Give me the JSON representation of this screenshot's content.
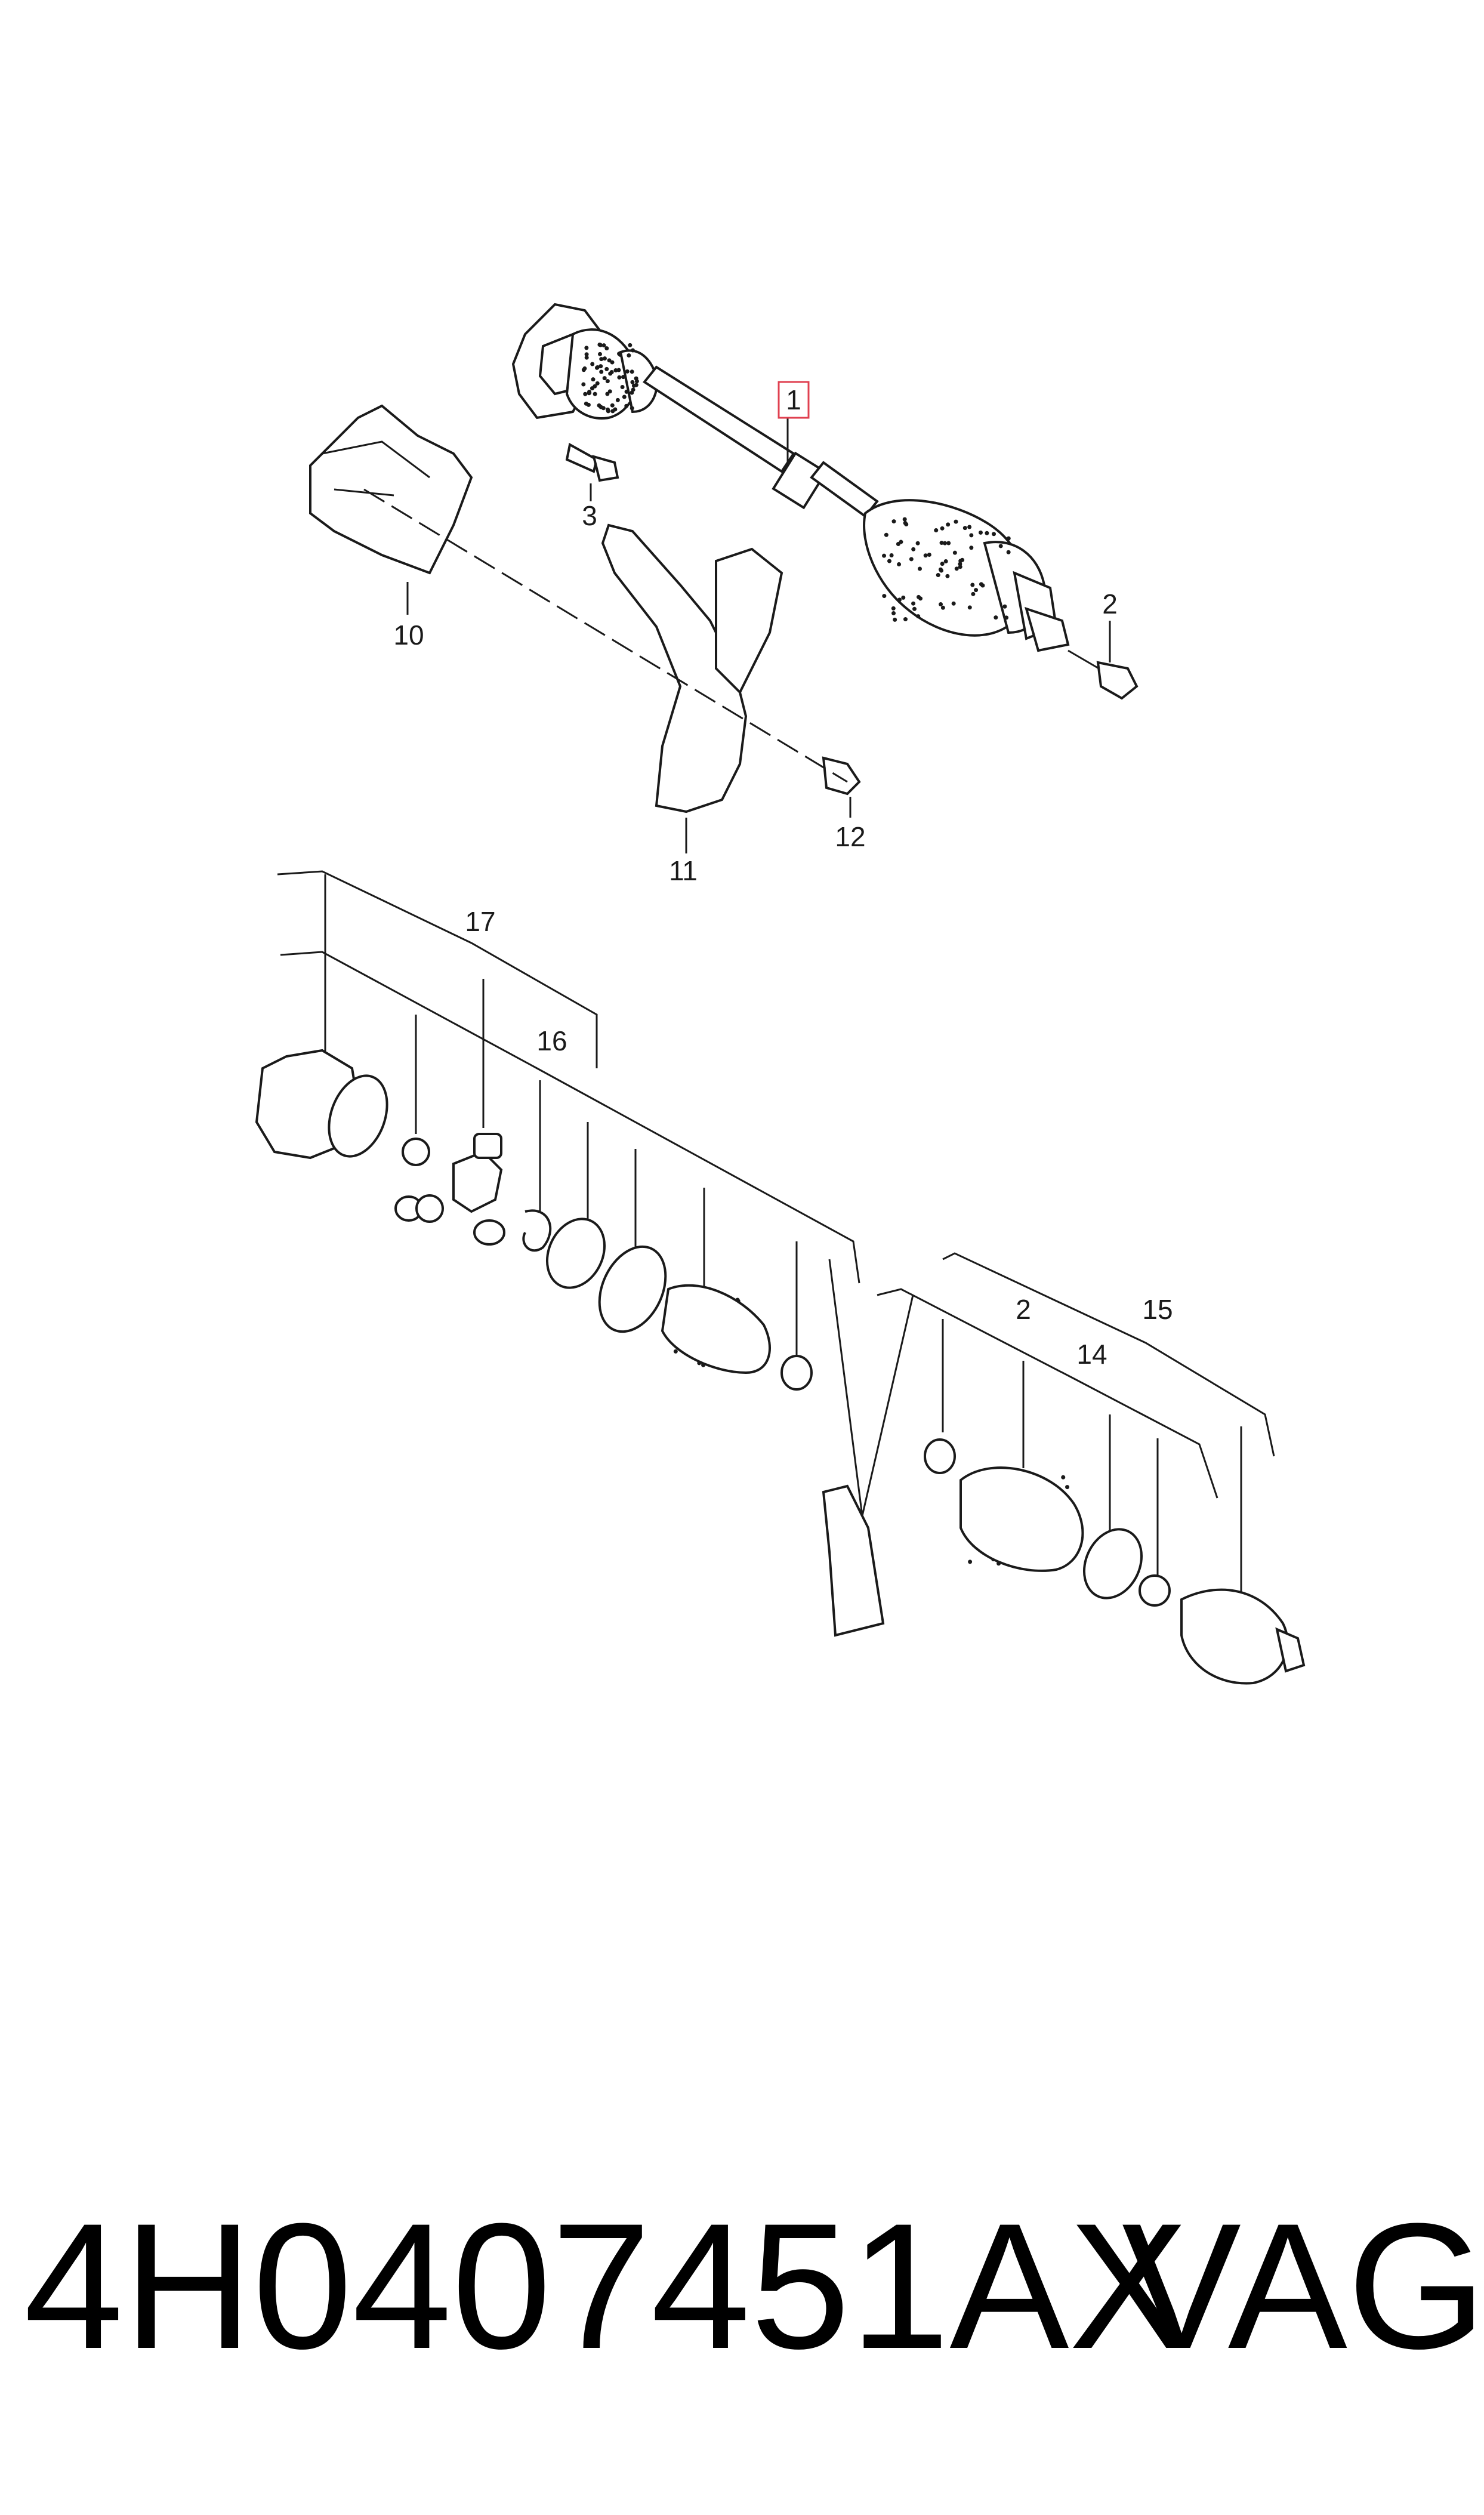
{
  "diagram": {
    "callouts": {
      "c1": "1",
      "c2": "2",
      "c3": "3",
      "c10": "10",
      "c11": "11",
      "c12": "12",
      "c17": "17",
      "c16": "16",
      "c2b": "2",
      "c15": "15",
      "c14": "14"
    },
    "highlight_color": "#e04050"
  },
  "footer": {
    "part_number": "4H0407451AX",
    "brand": "VAG"
  }
}
